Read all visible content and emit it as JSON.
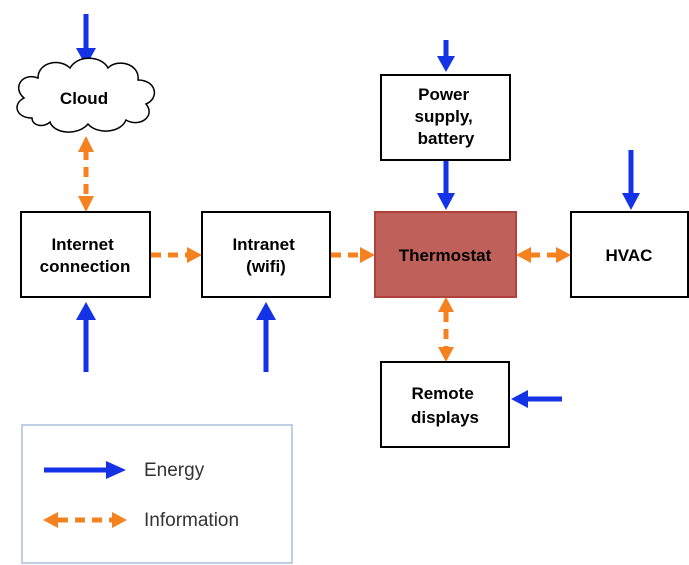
{
  "colors": {
    "energy": "#1432e6",
    "information": "#f5821f",
    "thermostat_fill": "#c0605a",
    "thermostat_border": "#b0423c",
    "legend_border": "#a8c0d8"
  },
  "nodes": {
    "cloud": "Cloud",
    "internet": [
      "Internet",
      "connection"
    ],
    "intranet": [
      "Intranet",
      "(wifi)"
    ],
    "thermostat": "Thermostat",
    "hvac": "HVAC",
    "power": [
      "Power",
      "supply,",
      "battery"
    ],
    "remote": [
      "Remote",
      "displays"
    ]
  },
  "legend": {
    "energy_label": "Energy",
    "information_label": "Information"
  }
}
